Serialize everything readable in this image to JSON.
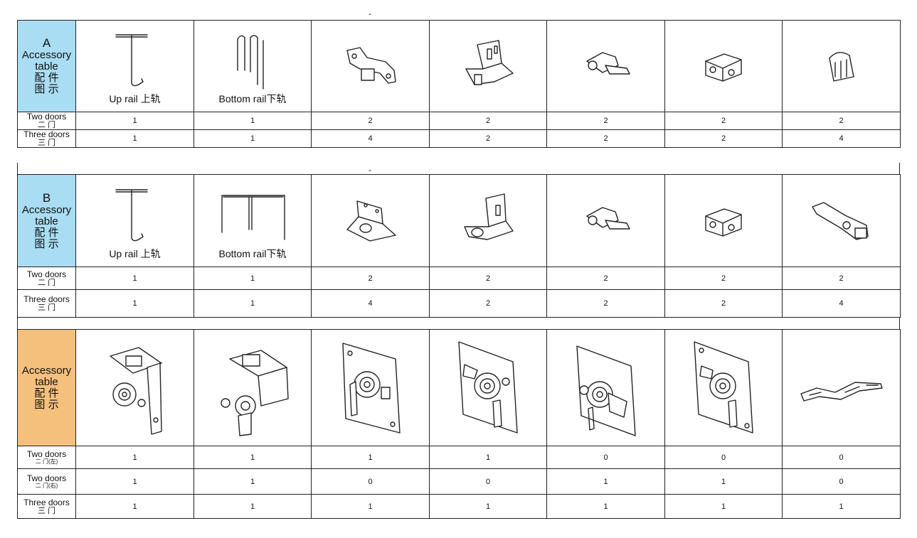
{
  "separator": "-",
  "tables": [
    {
      "header": {
        "letter": "A",
        "line1": "Accessory",
        "line2": "table",
        "cn1": "配 件",
        "cn2": "图 示"
      },
      "parts": [
        {
          "caption": "Up rail 上轨",
          "icon": "up-rail-icon"
        },
        {
          "caption": "Bottom rail下轨",
          "icon": "bottom-rail-icon"
        },
        {
          "caption": "",
          "icon": "bracket-icon"
        },
        {
          "caption": "",
          "icon": "angle-bracket-icon"
        },
        {
          "caption": "",
          "icon": "stopper-icon"
        },
        {
          "caption": "",
          "icon": "guide-block-icon"
        },
        {
          "caption": "",
          "icon": "clip-icon"
        }
      ],
      "rows": [
        {
          "en": "Two doors",
          "cn": "二 门",
          "values": [
            "1",
            "1",
            "2",
            "2",
            "2",
            "2",
            "2"
          ]
        },
        {
          "en": "Three doors",
          "cn": "三 门",
          "values": [
            "1",
            "1",
            "4",
            "2",
            "2",
            "2",
            "4"
          ]
        }
      ]
    },
    {
      "header": {
        "letter": "B",
        "line1": "Accessory",
        "line2": "table",
        "cn1": "配 件",
        "cn2": "图 示"
      },
      "parts": [
        {
          "caption": "Up rail 上轨",
          "icon": "up-rail-icon"
        },
        {
          "caption": "Bottom rail下轨",
          "icon": "bottom-rail-icon"
        },
        {
          "caption": "",
          "icon": "wheel-bracket-icon"
        },
        {
          "caption": "",
          "icon": "angle-wheel-bracket-icon"
        },
        {
          "caption": "",
          "icon": "stopper-icon"
        },
        {
          "caption": "",
          "icon": "guide-block-icon"
        },
        {
          "caption": "",
          "icon": "hook-icon"
        }
      ],
      "rows": [
        {
          "en": "Two doors",
          "cn": "二 门",
          "values": [
            "1",
            "1",
            "2",
            "2",
            "2",
            "2",
            "2"
          ]
        },
        {
          "en": "Three doors",
          "cn": "三 门",
          "values": [
            "1",
            "1",
            "4",
            "2",
            "2",
            "2",
            "4"
          ]
        }
      ]
    },
    {
      "header": {
        "letter": "",
        "line1": "Accessory",
        "line2": "table",
        "cn1": "配 件",
        "cn2": "图 示"
      },
      "parts": [
        {
          "caption": "",
          "icon": "roller-assembly-icon"
        },
        {
          "caption": "",
          "icon": "roller-assembly-icon"
        },
        {
          "caption": "",
          "icon": "roller-plate-icon"
        },
        {
          "caption": "",
          "icon": "roller-plate-icon"
        },
        {
          "caption": "",
          "icon": "roller-plate-icon"
        },
        {
          "caption": "",
          "icon": "roller-plate-icon"
        },
        {
          "caption": "",
          "icon": "linkage-icon"
        }
      ],
      "rows": [
        {
          "en": "Two doors",
          "cn": "二 门(左)",
          "values": [
            "1",
            "1",
            "1",
            "1",
            "0",
            "0",
            "0"
          ]
        },
        {
          "en": "Two doors",
          "cn": "二 门(右)",
          "values": [
            "1",
            "1",
            "0",
            "0",
            "1",
            "1",
            "0"
          ]
        },
        {
          "en": "Three doors",
          "cn": "三 门",
          "values": [
            "1",
            "1",
            "1",
            "1",
            "1",
            "1",
            "1"
          ]
        }
      ]
    }
  ]
}
